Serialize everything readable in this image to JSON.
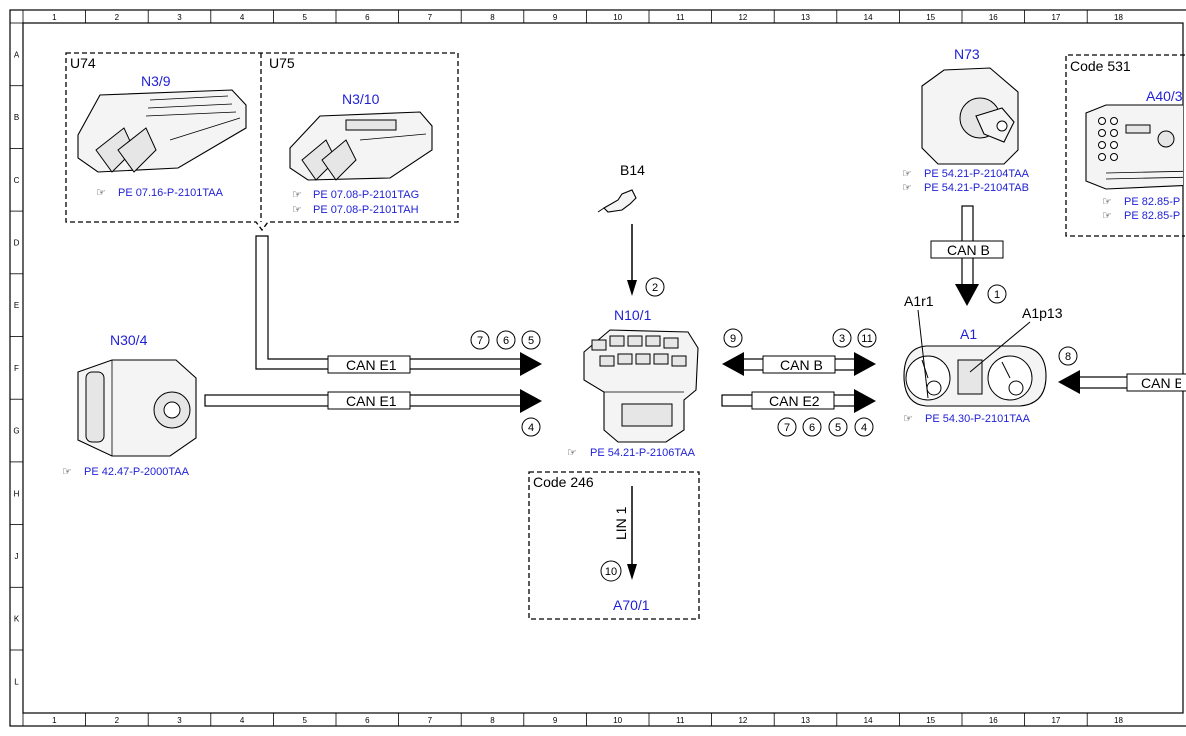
{
  "grid": {
    "columns": [
      "1",
      "2",
      "3",
      "4",
      "5",
      "6",
      "7",
      "8",
      "9",
      "10",
      "11",
      "12",
      "13",
      "14",
      "15",
      "16",
      "17",
      "18"
    ],
    "rows": [
      "A",
      "B",
      "C",
      "D",
      "E",
      "F",
      "G",
      "H",
      "J",
      "K",
      "L"
    ]
  },
  "groups": {
    "u74": "U74",
    "u75": "U75",
    "code531": "Code 531",
    "code246": "Code 246"
  },
  "components": {
    "n3_9": "N3/9",
    "n3_10": "N3/10",
    "b14": "B14",
    "n73": "N73",
    "a40_3": "A40/3",
    "n30_4": "N30/4",
    "n10_1": "N10/1",
    "a1": "A1",
    "a1r1": "A1r1",
    "a1p13": "A1p13",
    "a70_1": "A70/1"
  },
  "references": {
    "n3_9": "PE 07.16-P-2101TAA",
    "n3_10_a": "PE 07.08-P-2101TAG",
    "n3_10_b": "PE 07.08-P-2101TAH",
    "n73_a": "PE 54.21-P-2104TAA",
    "n73_b": "PE 54.21-P-2104TAB",
    "a40_3_a": "PE 82.85-P",
    "a40_3_b": "PE 82.85-P",
    "n30_4": "PE 42.47-P-2000TAA",
    "n10_1": "PE 54.21-P-2106TAA",
    "a1": "PE 54.30-P-2101TAA"
  },
  "buses": {
    "can_e1_upper": "CAN E1",
    "can_e1_lower": "CAN E1",
    "can_b_n73": "CAN B",
    "can_b_n10": "CAN B",
    "can_e2": "CAN E2",
    "can_right": "CAN B",
    "lin1": "LIN 1"
  },
  "callouts": {
    "c1": "1",
    "c2": "2",
    "c7a": "7",
    "c6a": "6",
    "c5a": "5",
    "c4a": "4",
    "c9": "9",
    "c3": "3",
    "c11": "11",
    "c7b": "7",
    "c6b": "6",
    "c5b": "5",
    "c4b": "4",
    "c8": "8",
    "c10": "10"
  },
  "colors": {
    "line": "#000000",
    "component_label": "#1f1fd6",
    "reference": "#1f1fd6"
  }
}
